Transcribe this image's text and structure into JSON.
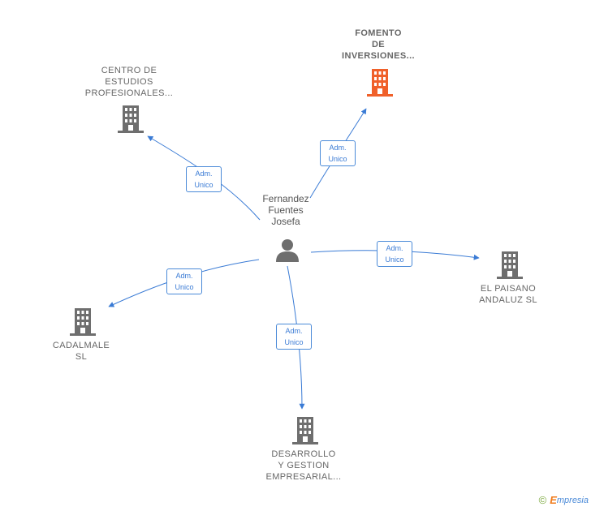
{
  "person": {
    "name": "Fernandez\nFuentes\nJosefa",
    "icon": "person-icon"
  },
  "companies": [
    {
      "id": "fomento",
      "name": "FOMENTO\nDE\nINVERSIONES...",
      "highlight": true,
      "color": "#f0602a",
      "relation": "Adm.\nUnico"
    },
    {
      "id": "centro",
      "name": "CENTRO DE\nESTUDIOS\nPROFESIONALES...",
      "highlight": false,
      "color": "#6e6e6e",
      "relation": "Adm.\nUnico"
    },
    {
      "id": "paisano",
      "name": "EL PAISANO\nANDALUZ  SL",
      "highlight": false,
      "color": "#6e6e6e",
      "relation": "Adm.\nUnico"
    },
    {
      "id": "cadalmale",
      "name": "CADALMALE\nSL",
      "highlight": false,
      "color": "#6e6e6e",
      "relation": "Adm.\nUnico"
    },
    {
      "id": "desarrollo",
      "name": "DESARROLLO\nY GESTION\nEMPRESARIAL...",
      "highlight": false,
      "color": "#6e6e6e",
      "relation": "Adm.\nUnico"
    }
  ],
  "colors": {
    "edge": "#3a7bd5",
    "building": "#6e6e6e",
    "highlight_building": "#f0602a",
    "person": "#6e6e6e"
  },
  "footer": {
    "copyright": "©",
    "brand_initial": "E",
    "brand_rest": "mpresia"
  }
}
